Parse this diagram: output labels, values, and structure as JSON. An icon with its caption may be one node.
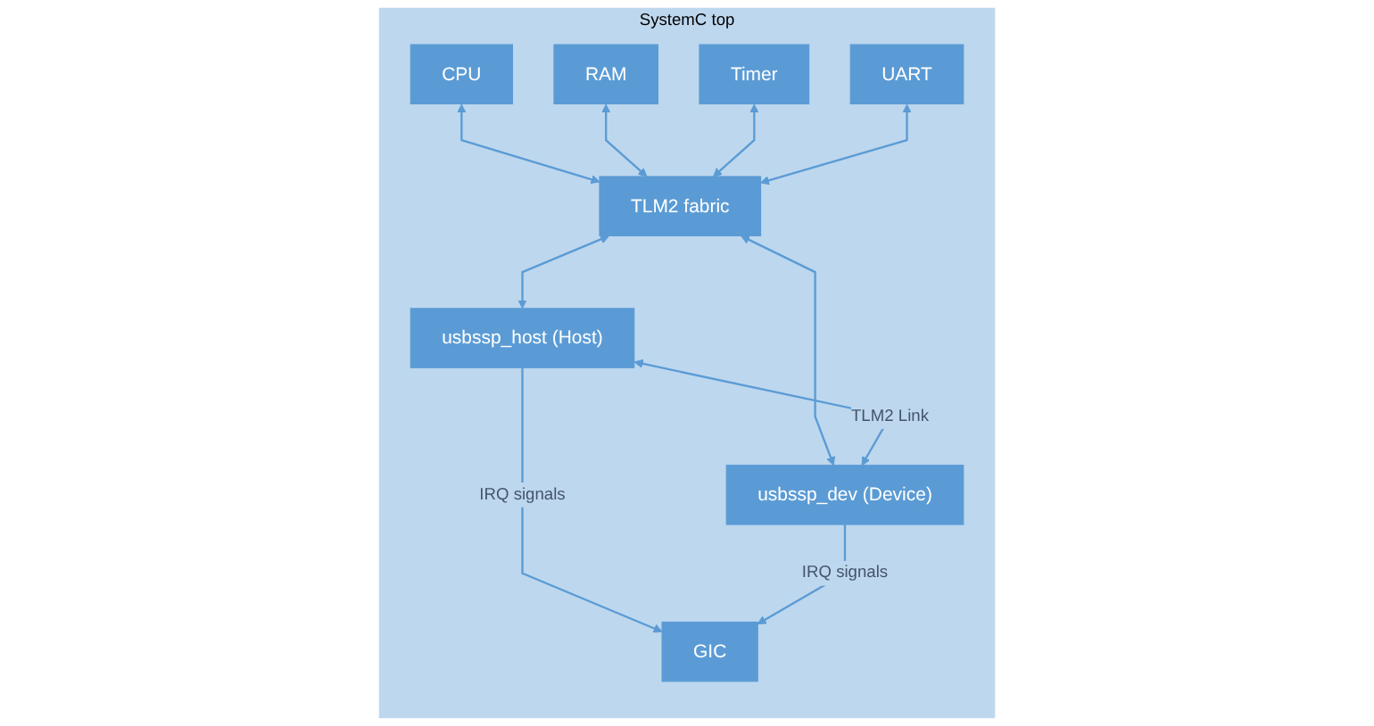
{
  "diagram": {
    "nodes": [
      {
        "text": [
          "SystemC top"
        ]
      },
      {
        "text": [
          "GIC"
        ],
        "in": 0
      },
      {
        "text": [
          "CPU"
        ],
        "in": 0
      },
      {
        "text": [
          "RAM"
        ],
        "in": 0
      },
      {
        "text": [
          "Timer"
        ],
        "in": 0
      },
      {
        "text": [
          "UART"
        ],
        "in": 0
      },
      {
        "text": [
          "TLM2 fabric"
        ],
        "in": 0
      },
      {
        "text": [
          "usbssp_host (Host)"
        ],
        "in": 0
      },
      {
        "text": [
          "usbssp_dev (Device)"
        ],
        "in": 0
      }
    ],
    "edges": [
      {
        "from": 2,
        "to": 6,
        "arrow": "both"
      },
      {
        "from": 3,
        "to": 6,
        "arrow": "both"
      },
      {
        "from": 4,
        "to": 6,
        "arrow": "both"
      },
      {
        "from": 5,
        "to": 6,
        "arrow": "both"
      },
      {
        "from": 6,
        "to": 7,
        "arrow": "both"
      },
      {
        "from": 6,
        "to": 8,
        "arrow": "both"
      },
      {
        "from": 7,
        "to": 8,
        "arrow": "both",
        "label": "TLM2 Link"
      },
      {
        "from": 7,
        "to": 1,
        "arrow": "to",
        "label": "IRQ signals"
      },
      {
        "from": 8,
        "to": 1,
        "arrow": "to",
        "label": "IRQ signals"
      }
    ]
  }
}
